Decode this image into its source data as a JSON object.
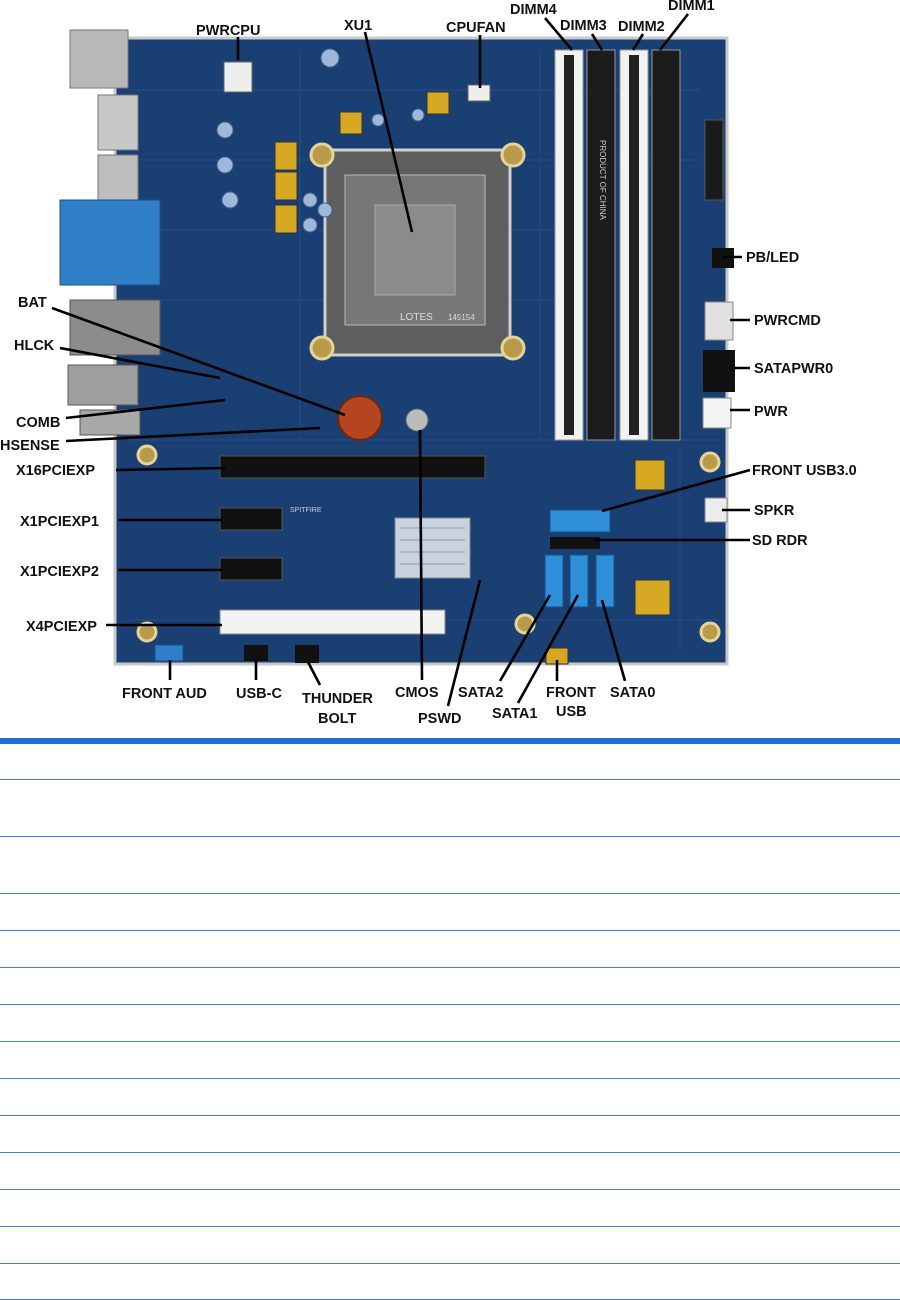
{
  "labels": {
    "pwrcpu": "PWRCPU",
    "xu1": "XU1",
    "cpufan": "CPUFAN",
    "dimm4": "DIMM4",
    "dimm3": "DIMM3",
    "dimm2": "DIMM2",
    "dimm1": "DIMM1",
    "pbled": "PB/LED",
    "pwrcmd": "PWRCMD",
    "satapwr0": "SATAPWR0",
    "pwr": "PWR",
    "bat": "BAT",
    "hlck": "HLCK",
    "comb": "COMB",
    "hsense": "HSENSE",
    "x16pciexp": "X16PCIEXP",
    "x1pciexp1": "X1PCIEXP1",
    "x1pciexp2": "X1PCIEXP2",
    "x4pciexp": "X4PCIEXP",
    "front_usb30": "FRONT USB3.0",
    "spkr": "SPKR",
    "sd_rdr": "SD RDR",
    "front_aud": "FRONT AUD",
    "usb_c": "USB-C",
    "thunder": "THUNDER",
    "bolt": "BOLT",
    "cmos": "CMOS",
    "pswd": "PSWD",
    "sata2": "SATA2",
    "sata1": "SATA1",
    "front": "FRONT",
    "usb": "USB",
    "sata0": "SATA0"
  },
  "board_text": {
    "socket": "LOTES",
    "socket_code": "145154",
    "board_name": "SPITFIRE",
    "origin": "PRODUCT OF CHINA"
  },
  "colors": {
    "pcb": "#1a3f73",
    "accent_blue": "#1f6fd9",
    "sata_blue": "#2f8fd8",
    "connector_yellow": "#d7a823",
    "table_line": "#4a7fd4"
  },
  "table": {
    "rows": [
      {
        "label": ""
      },
      {
        "label": ""
      },
      {
        "label": ""
      },
      {
        "label": ""
      },
      {
        "label": ""
      },
      {
        "label": ""
      },
      {
        "label": ""
      },
      {
        "label": ""
      },
      {
        "label": ""
      },
      {
        "label": ""
      },
      {
        "label": ""
      },
      {
        "label": ""
      },
      {
        "label": ""
      },
      {
        "label": ""
      }
    ]
  }
}
